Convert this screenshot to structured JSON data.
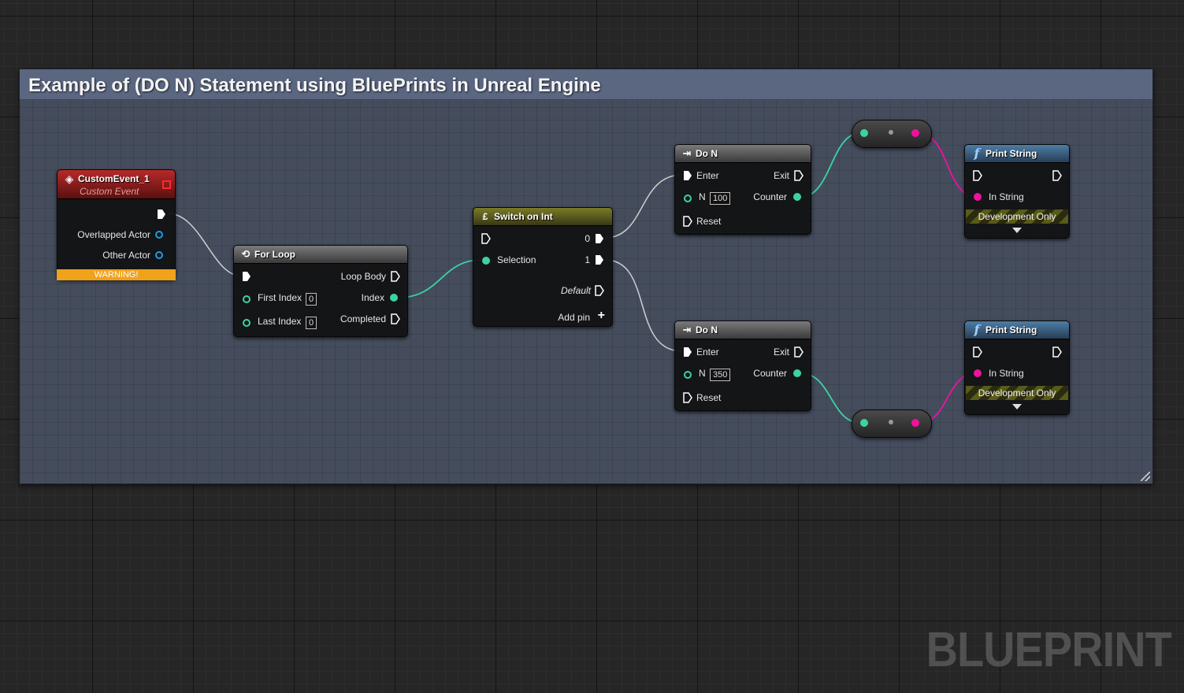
{
  "comment": {
    "title": "Example of (DO N) Statement using BluePrints in Unreal Engine"
  },
  "watermark": "BLUEPRINT",
  "custom_event": {
    "title": "CustomEvent_1",
    "subtitle": "Custom Event",
    "pins": [
      "Overlapped Actor",
      "Other Actor"
    ],
    "warning": "WARNING!"
  },
  "for_loop": {
    "title": "For Loop",
    "first_index_label": "First Index",
    "first_index_value": "0",
    "last_index_label": "Last Index",
    "last_index_value": "0",
    "loop_body": "Loop Body",
    "index": "Index",
    "completed": "Completed"
  },
  "switch_on_int": {
    "title": "Switch on Int",
    "selection": "Selection",
    "out0": "0",
    "out1": "1",
    "default": "Default",
    "add_pin": "Add pin"
  },
  "do_n_top": {
    "title": "Do N",
    "enter": "Enter",
    "exit": "Exit",
    "n_label": "N",
    "n_value": "100",
    "counter": "Counter",
    "reset": "Reset"
  },
  "do_n_bottom": {
    "title": "Do N",
    "enter": "Enter",
    "exit": "Exit",
    "n_label": "N",
    "n_value": "350",
    "counter": "Counter",
    "reset": "Reset"
  },
  "print_top": {
    "title": "Print String",
    "in_string": "In String",
    "dev_only": "Development Only"
  },
  "print_bottom": {
    "title": "Print String",
    "in_string": "In String",
    "dev_only": "Development Only"
  },
  "colors": {
    "exec_wire": "#ffffff",
    "int_wire": "#3cd3a3",
    "string_wire": "#f0119e",
    "object_pin": "#1e9be3",
    "warning": "#f0a21a"
  }
}
